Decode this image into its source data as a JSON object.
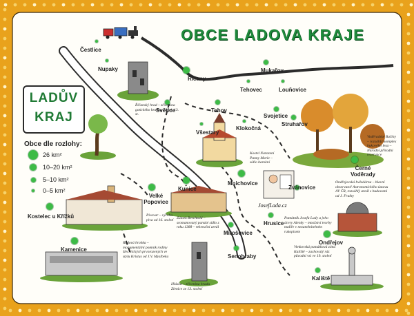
{
  "title": "OBCE LADOVA KRAJE",
  "logo": {
    "line1": "LADŮV",
    "line2": "KRAJ"
  },
  "legend": {
    "title": "Obce dle rozlohy:",
    "items": [
      "26 km²",
      "10–20 km²",
      "5–10 km²",
      "0–5 km²"
    ]
  },
  "towns": [
    {
      "name": "Čestlice",
      "area_class": 3
    },
    {
      "name": "Nupaky",
      "area_class": 3
    },
    {
      "name": "Říčany",
      "area_class": 1
    },
    {
      "name": "Mukařov",
      "area_class": 2
    },
    {
      "name": "Tehovec",
      "area_class": 3
    },
    {
      "name": "Louňovice",
      "area_class": 3
    },
    {
      "name": "Světice",
      "area_class": 2
    },
    {
      "name": "Tehov",
      "area_class": 2
    },
    {
      "name": "Svojetice",
      "area_class": 2
    },
    {
      "name": "Všestary",
      "area_class": 3
    },
    {
      "name": "Klokočná",
      "area_class": 3
    },
    {
      "name": "Struhařov",
      "area_class": 2
    },
    {
      "name": "Černé Voděrady",
      "area_class": 1
    },
    {
      "name": "Velké Popovice",
      "area_class": 1
    },
    {
      "name": "Kunice",
      "area_class": 1
    },
    {
      "name": "Mnichovice",
      "area_class": 1
    },
    {
      "name": "Zvánovice",
      "area_class": 2
    },
    {
      "name": "Kostelec u Křížků",
      "area_class": 1
    },
    {
      "name": "Hrusice",
      "area_class": 2
    },
    {
      "name": "Mirošovice",
      "area_class": 2
    },
    {
      "name": "Kamenice",
      "area_class": 1
    },
    {
      "name": "Senohraby",
      "area_class": 2
    },
    {
      "name": "Ondřejov",
      "area_class": 1
    },
    {
      "name": "Kaliště",
      "area_class": 2
    }
  ],
  "captions": [
    {
      "id": "ricansky-hrad",
      "text": "Říčanský hrad – zřícenina gotického hradu z 2. pol. 13. st."
    },
    {
      "id": "kostel-klokocna",
      "text": "Kostel Narození Panny Marie – sídlo barokní"
    },
    {
      "id": "voderadske-buciny",
      "text": "Voděradské Bučiny – rozsáhlý komplex bukového lesa – Národní přírodní rezervace"
    },
    {
      "id": "pivovar",
      "text": "Pivovar – výroba piva od 16. století"
    },
    {
      "id": "zamek-berchtold",
      "text": "Zámek Berchtold – sromanovaný panské sídlo z roku 1388 – rekreační areál"
    },
    {
      "id": "ondrejov-hvezdarna",
      "text": "Ondřejovská hvězdárna – hlavní observatoř Astronomického ústavu AV ČR, rozsáhlý areál s budovami od J. Fraňty"
    },
    {
      "id": "pamatnik-lada",
      "text": "Památník Josefa Lady a jeho dcery Alenky – množství tvorby malíře v nezaměnitelném rukopisem"
    },
    {
      "id": "hrobka-kamenice",
      "text": "Rodová hrobka – monumentální pomník rodiny šlechtických prvorozených ve stylu Kristus od J.V. Myslbeka"
    },
    {
      "id": "hlasek-kalicte",
      "text": "Venkovská památková zóna Kaliště – zachovalý ráz původní vsi ve 19. století"
    },
    {
      "id": "hrad-hlasek",
      "text": "Hláska – zřícenina hradu Zlenice ze 13. století"
    }
  ],
  "brand": "JosefLada.cz",
  "colors": {
    "border": "#e9a21c",
    "title_green": "#1e8a3b",
    "dot_green": "#3dbb46",
    "river_fill": "#ffffff",
    "road": "#333333"
  }
}
